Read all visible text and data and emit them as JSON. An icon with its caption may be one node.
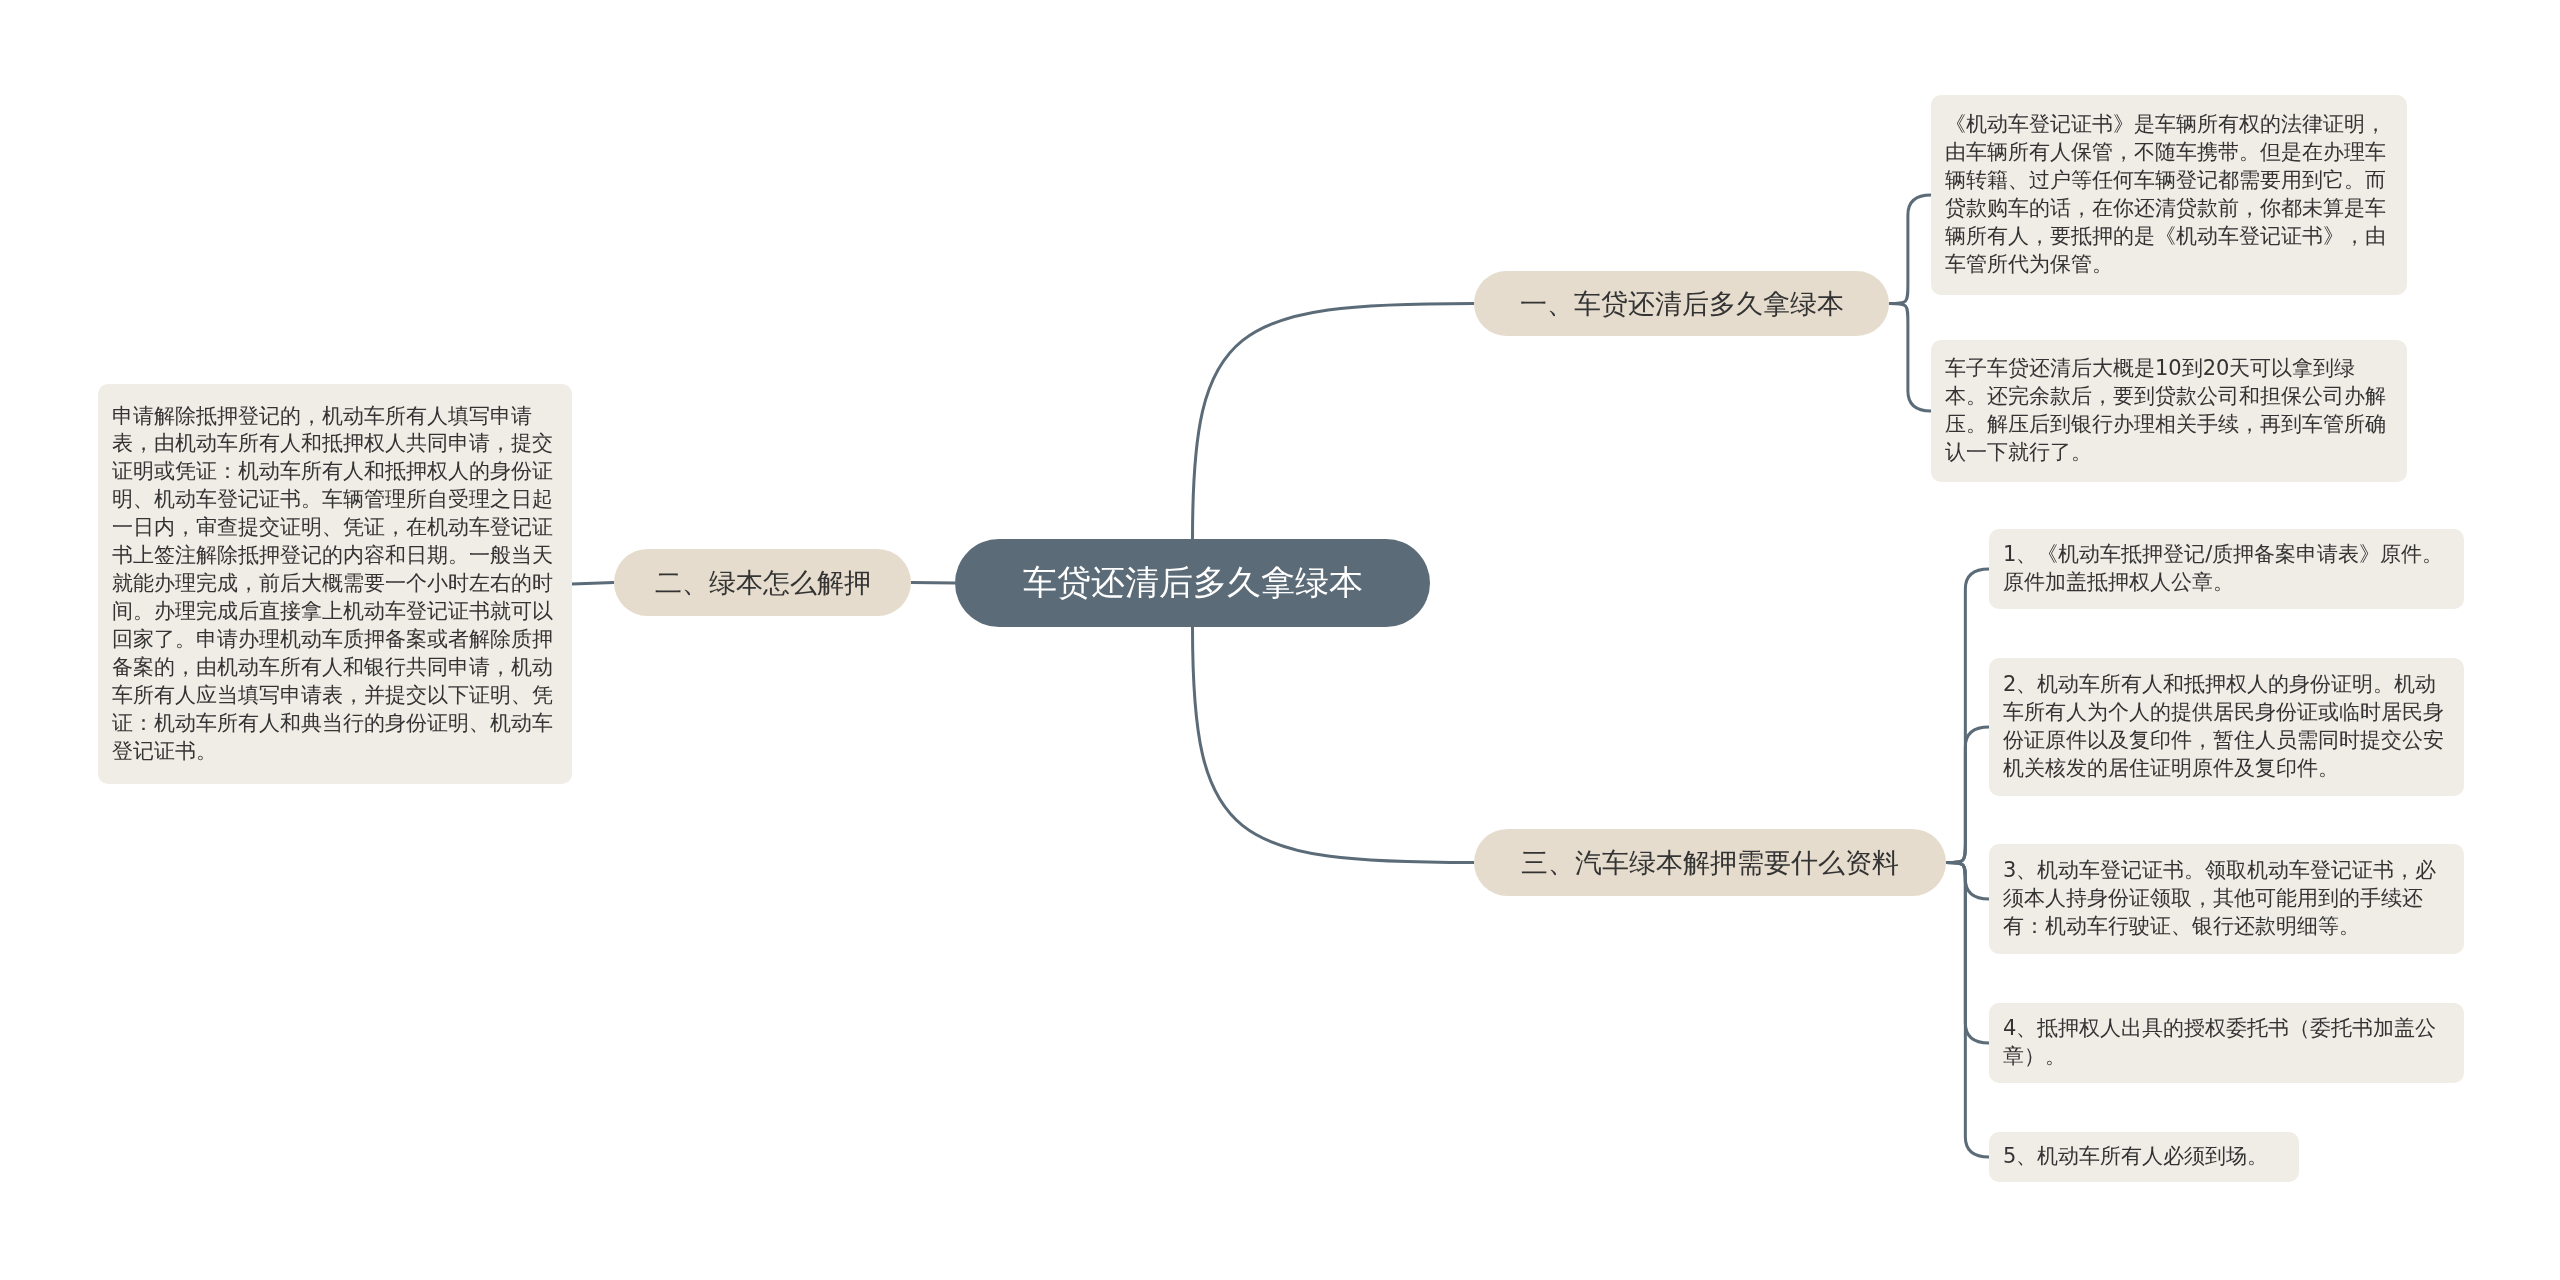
{
  "diagram": {
    "nodes": [
      {
        "text": [
          "车贷还清后多久拿绿本"
        ]
      },
      {
        "text": [
          "一、车贷还清后多久拿绿本"
        ]
      },
      {
        "text": [
          "《机动车登记证书》是车辆所有权的法律证明，由车辆所有人保管，不随车携带。但是在办理车辆转籍、过户等任何车辆登记都需要用到它。而贷款购车的话，在你还清贷款前，你都未算是车辆所有人，要抵押的是《机动车登记证书》，由车管所代为保管。"
        ]
      },
      {
        "text": [
          "车子车贷还清后大概是10到20天可以拿到绿本。还完余款后，要到贷款公司和担保公司办解压。解压后到银行办理相关手续，再到车管所确认一下就行了。"
        ]
      },
      {
        "text": [
          "二、绿本怎么解押"
        ]
      },
      {
        "text": [
          "申请解除抵押登记的，机动车所有人填写申请表，由机动车所有人和抵押权人共同申请，提交证明或凭证：机动车所有人和抵押权人的身份证明、机动车登记证书。车辆管理所自受理之日起一日内，审查提交证明、凭证，在机动车登记证书上签注解除抵押登记的内容和日期。一般当天就能办理完成，前后大概需要一个小时左右的时间。办理完成后直接拿上机动车登记证书就可以回家了。申请办理机动车质押备案或者解除质押备案的，由机动车所有人和银行共同申请，机动车所有人应当填写申请表，并提交以下证明、凭证：机动车所有人和典当行的身份证明、机动车登记证书。"
        ]
      },
      {
        "text": [
          "三、汽车绿本解押需要什么资料"
        ]
      },
      {
        "text": [
          "1、《机动车抵押登记/质押备案申请表》原件。原件加盖抵押权人公章。"
        ]
      },
      {
        "text": [
          "2、机动车所有人和抵押权人的身份证明。机动车所有人为个人的提供居民身份证或临时居民身份证原件以及复印件，暂住人员需同时提交公安机关核发的居住证明原件及复印件。"
        ]
      },
      {
        "text": [
          "3、机动车登记证书。领取机动车登记证书，必须本人持身份证领取，其他可能用到的手续还有：机动车行驶证、银行还款明细等。"
        ]
      },
      {
        "text": [
          "4、抵押权人出具的授权委托书（委托书加盖公章）。"
        ]
      },
      {
        "text": [
          "5、机动车所有人必须到场。"
        ]
      }
    ],
    "edges": [
      {
        "from": 0,
        "to": 1,
        "arrow": "none"
      },
      {
        "from": 1,
        "to": 2,
        "arrow": "none"
      },
      {
        "from": 1,
        "to": 3,
        "arrow": "none"
      },
      {
        "from": 0,
        "to": 4,
        "arrow": "none"
      },
      {
        "from": 4,
        "to": 5,
        "arrow": "none"
      },
      {
        "from": 0,
        "to": 6,
        "arrow": "none"
      },
      {
        "from": 6,
        "to": 7,
        "arrow": "none"
      },
      {
        "from": 6,
        "to": 8,
        "arrow": "none"
      },
      {
        "from": 6,
        "to": 9,
        "arrow": "none"
      },
      {
        "from": 6,
        "to": 10,
        "arrow": "none"
      },
      {
        "from": 6,
        "to": 11,
        "arrow": "none"
      }
    ]
  }
}
